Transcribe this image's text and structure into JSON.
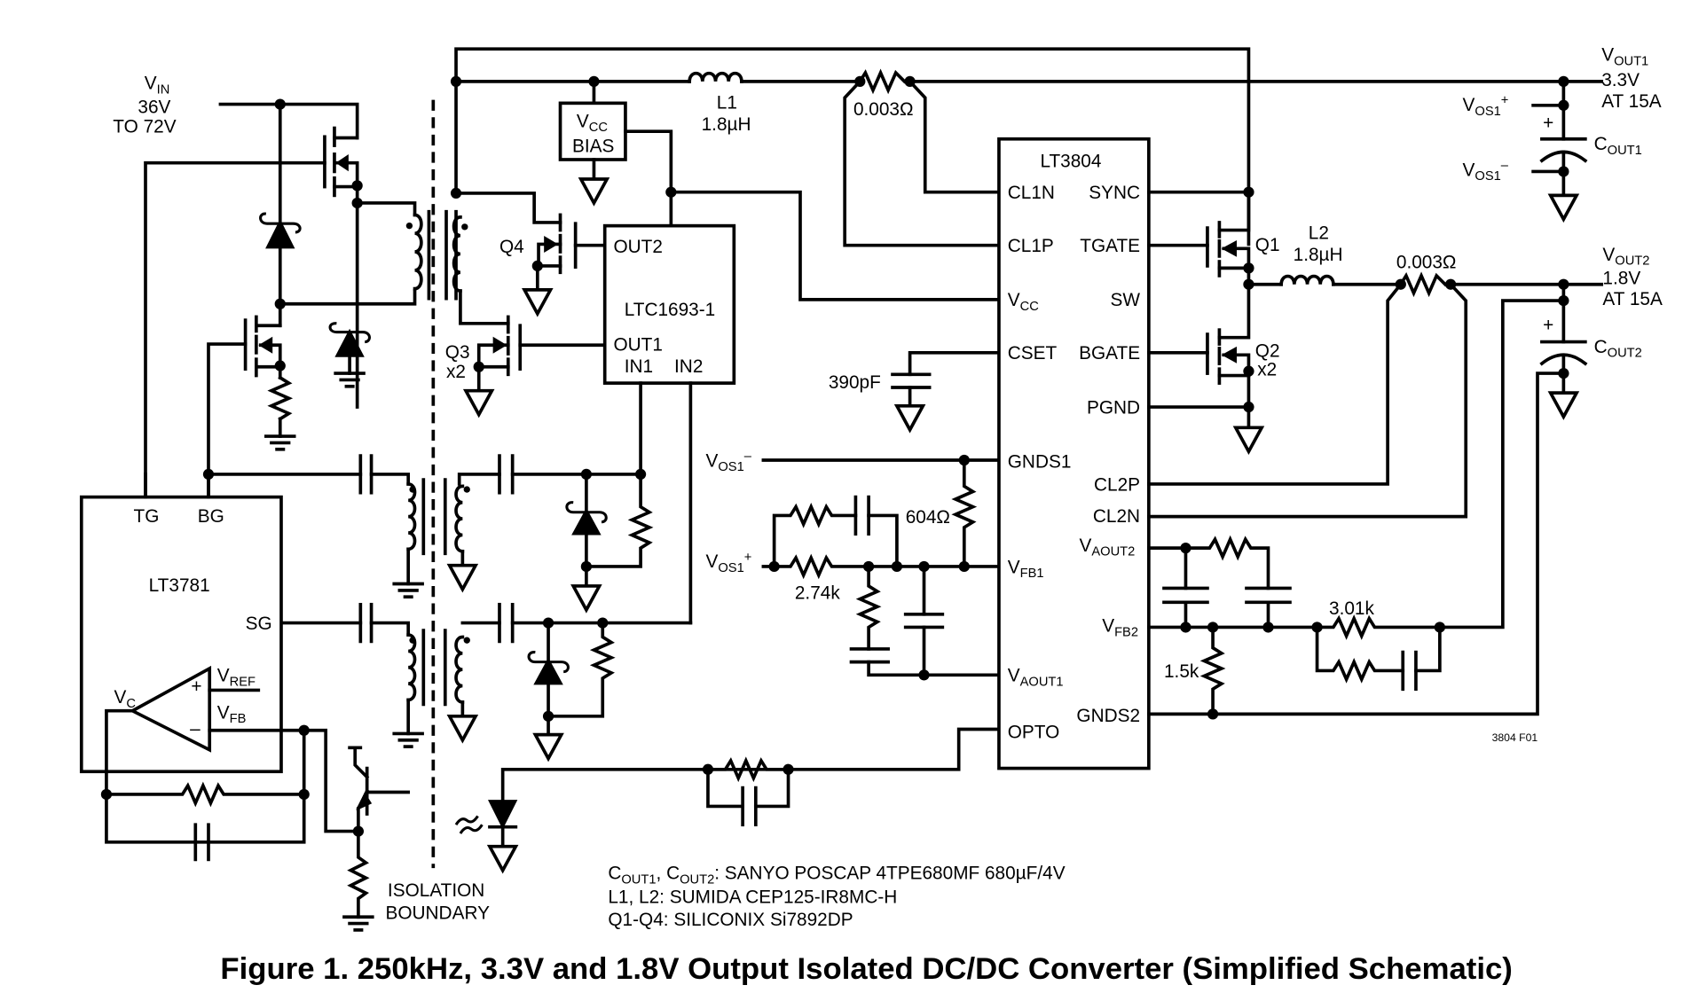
{
  "figure": {
    "caption": "Figure 1. 250kHz, 3.3V and 1.8V Output Isolated DC/DC Converter (Simplified Schematic)",
    "figure_id": "3804 F01",
    "isolation_label_1": "ISOLATION",
    "isolation_label_2": "BOUNDARY"
  },
  "input": {
    "v_label": "V",
    "v_sub": "IN",
    "range_1": "36V",
    "range_2": "TO 72V"
  },
  "outputs": {
    "vout1": {
      "v": "V",
      "sub": "OUT1",
      "voltage": "3.3V",
      "current": "AT 15A"
    },
    "vout2": {
      "v": "V",
      "sub": "OUT2",
      "voltage": "1.8V",
      "current": "AT 15A"
    },
    "cout1": {
      "c": "C",
      "sub": "OUT1"
    },
    "cout2": {
      "c": "C",
      "sub": "OUT2"
    },
    "vos1_plus": {
      "v": "V",
      "sub": "OS1",
      "sup": "+"
    },
    "vos1_minus": {
      "v": "V",
      "sub": "OS1",
      "sup": "–"
    }
  },
  "ics": {
    "lt3804": {
      "name": "LT3804",
      "left_pins": [
        "CL1N",
        "CL1P",
        "VCC",
        "CSET",
        "GNDS1",
        "VFB1",
        "VAOUT1",
        "OPTO"
      ],
      "right_pins": [
        "SYNC",
        "TGATE",
        "SW",
        "BGATE",
        "PGND",
        "CL2P",
        "CL2N",
        "VAOUT2",
        "VFB2",
        "GNDS2"
      ]
    },
    "ltc1693": {
      "name": "LTC1693-1",
      "pins": {
        "out2": "OUT2",
        "out1": "OUT1",
        "in1": "IN1",
        "in2": "IN2"
      }
    },
    "lt3781": {
      "name": "LT3781",
      "pins": {
        "tg": "TG",
        "bg": "BG",
        "sg": "SG",
        "vc": "V",
        "vc_sub": "C",
        "vref": "V",
        "vref_sub": "REF",
        "vfb": "V",
        "vfb_sub": "FB",
        "plus": "+",
        "minus": "–"
      }
    },
    "vcc_bias": {
      "line1": "V",
      "line1_sub": "CC",
      "line2": "BIAS"
    }
  },
  "components": {
    "l1": {
      "name": "L1",
      "value": "1.8µH"
    },
    "l2": {
      "name": "L2",
      "value": "1.8µH"
    },
    "rsense1": {
      "value": "0.003Ω"
    },
    "rsense2": {
      "value": "0.003Ω"
    },
    "cset": {
      "value": "390pF"
    },
    "r604": {
      "value": "604Ω"
    },
    "r274": {
      "value": "2.74k"
    },
    "r301": {
      "value": "3.01k"
    },
    "r15": {
      "value": "1.5k"
    },
    "q1": {
      "name": "Q1"
    },
    "q2": {
      "name": "Q2",
      "mult": "x2"
    },
    "q3": {
      "name": "Q3",
      "mult": "x2"
    },
    "q4": {
      "name": "Q4"
    }
  },
  "notes": [
    {
      "prefix": "C",
      "sub1": "OUT1",
      "mid": ", C",
      "sub2": "OUT2",
      "text": ": SANYO POSCAP 4TPE680MF 680µF/4V"
    },
    {
      "text": "L1, L2: SUMIDA CEP125-IR8MC-H"
    },
    {
      "text": "Q1-Q4: SILICONIX Si7892DP"
    }
  ]
}
